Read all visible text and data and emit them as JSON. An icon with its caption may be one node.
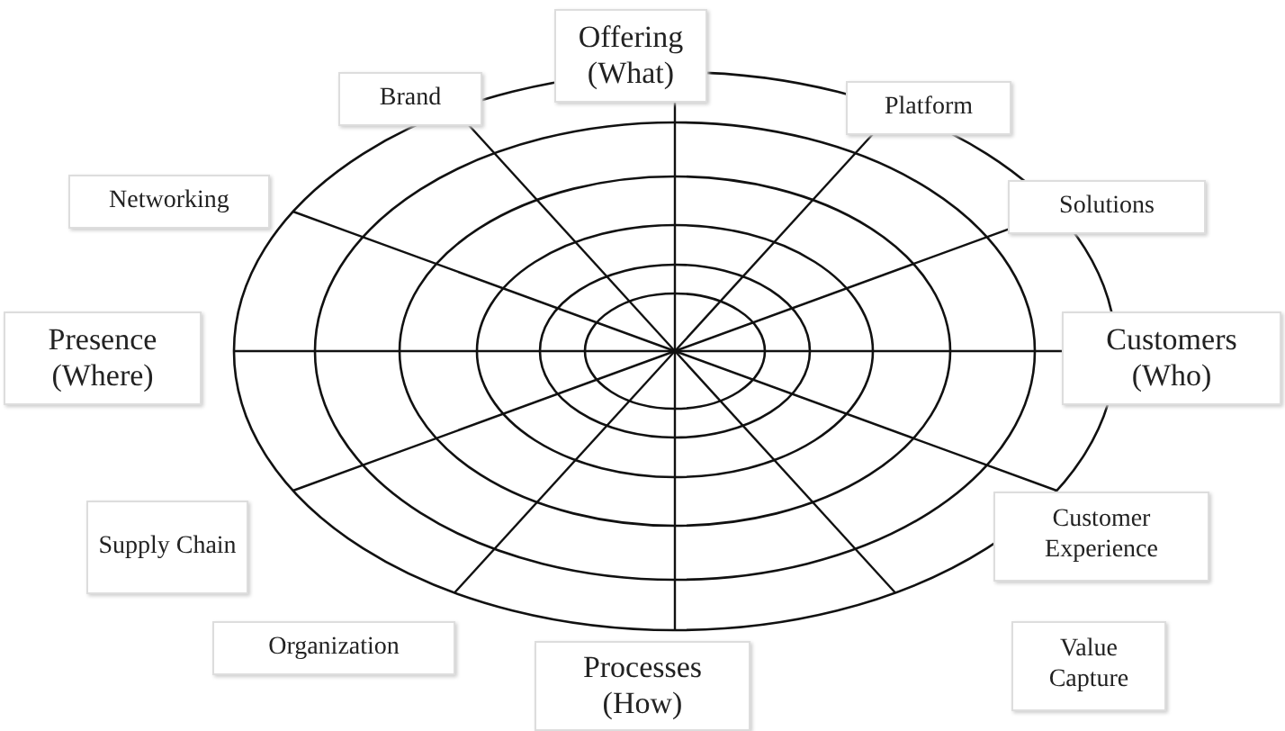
{
  "diagram": {
    "nodes": [
      {
        "text": [
          "Offering (What)"
        ]
      },
      {
        "text": [
          "Brand"
        ]
      },
      {
        "text": [
          "Platform"
        ]
      },
      {
        "text": [
          "Networking"
        ]
      },
      {
        "text": [
          "Solutions"
        ]
      },
      {
        "text": [
          "Presence (Where)"
        ]
      },
      {
        "text": [
          "Customers (Who)"
        ]
      },
      {
        "text": [
          "Supply Chain"
        ]
      },
      {
        "text": [
          "Customer Experience"
        ]
      },
      {
        "text": [
          "Organization"
        ]
      },
      {
        "text": [
          "Value Capture"
        ]
      },
      {
        "text": [
          "Processes (How)"
        ]
      }
    ],
    "edges": []
  }
}
